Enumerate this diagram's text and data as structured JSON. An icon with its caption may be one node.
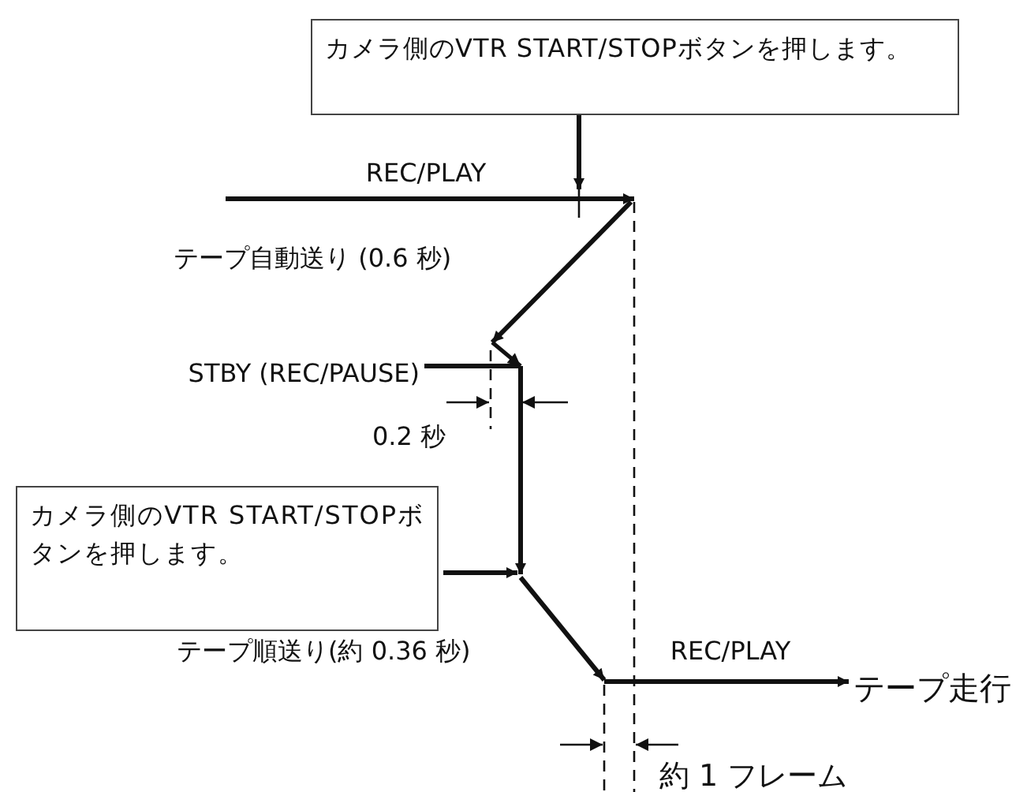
{
  "diagram": {
    "nodes": [
      {
        "text": [
          "カメラ側のVTR START/STOPボタンを押します。"
        ]
      },
      {
        "text": [
          "STBY (REC/PAUSE)"
        ]
      },
      {
        "text": [
          "カメラ側のVTR START/STOPボタンを押します。"
        ]
      },
      {
        "text": [
          "テープ走行"
        ]
      }
    ],
    "edges": [
      {
        "from": 0,
        "to": null,
        "arrow": "to"
      },
      {
        "from": 1,
        "to": null,
        "arrow": "none"
      },
      {
        "from": 2,
        "to": null,
        "arrow": "to"
      },
      {
        "from": null,
        "to": 3,
        "arrow": "to",
        "label": "REC/PLAY"
      }
    ],
    "labels": [
      "REC/PLAY",
      "テープ自動送り (0.6 秒)",
      "0.2 秒",
      "テープ順送り(約 0.36 秒)",
      "約 1 フレーム"
    ]
  }
}
